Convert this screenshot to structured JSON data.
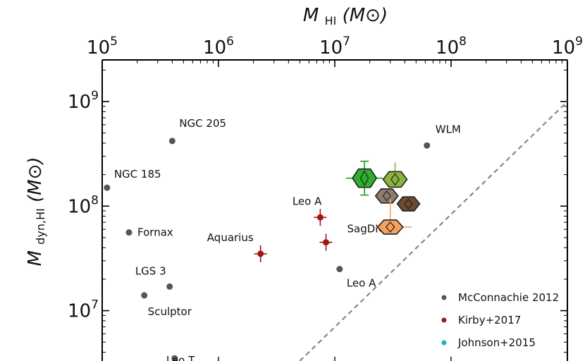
{
  "chart_data": {
    "type": "scatter",
    "top_axis": {
      "label_main": "M",
      "label_sub": "HI",
      "label_unit": "(M⊙)",
      "scale": "log",
      "range": [
        100000,
        1000000000
      ],
      "ticks": [
        100000,
        1000000,
        10000000,
        100000000,
        1000000000
      ],
      "tick_labels": [
        "10^5",
        "10^6",
        "10^7",
        "10^8",
        "10^9"
      ]
    },
    "y_axis": {
      "label_main": "M",
      "label_sub": "dyn,HI",
      "label_unit": "(M⊙)",
      "scale": "log",
      "range": [
        3300000,
        2500000000
      ],
      "ticks": [
        10000000,
        100000000,
        1000000000
      ],
      "tick_labels": [
        "10^7",
        "10^8",
        "10^9"
      ]
    },
    "series": [
      {
        "name": "McConnachie 2012",
        "color": "#555555",
        "points": [
          {
            "x": 110000,
            "y": 150000000,
            "label": "NGC 185"
          },
          {
            "x": 400000,
            "y": 420000000,
            "label": "NGC 205"
          },
          {
            "x": 170000,
            "y": 56000000,
            "label": "Fornax"
          },
          {
            "x": 230000,
            "y": 14000000,
            "label": ""
          },
          {
            "x": 380000,
            "y": 17000000,
            "label": "LGS 3"
          },
          {
            "x": 11000000,
            "y": 25000000,
            "label": "Leo A"
          },
          {
            "x": 62000000,
            "y": 380000000,
            "label": "WLM"
          },
          {
            "x": 420000,
            "y": 3500000,
            "label": "Leo T"
          }
        ]
      },
      {
        "name": "Kirby+2017",
        "color": "#a31515",
        "points": [
          {
            "x": 2300000,
            "y": 35000000,
            "label": "Aquarius"
          },
          {
            "x": 7500000,
            "y": 78000000,
            "label": "Leo A"
          },
          {
            "x": 8400000,
            "y": 45000000,
            "label": "SagDIG"
          }
        ]
      },
      {
        "name": "Johnson+2015",
        "color": "#1db5b0",
        "points": []
      }
    ],
    "extra_labels": [
      {
        "text": "Sculptor",
        "near": "McConnachie 2012 point at 2.3e5"
      }
    ],
    "highlight_markers": [
      {
        "name": "green-large",
        "x": 18000000,
        "y": 185000000,
        "color": "#2eaf2e"
      },
      {
        "name": "light-green",
        "x": 33000000,
        "y": 180000000,
        "color": "#8db33a"
      },
      {
        "name": "taupe-1",
        "x": 28000000,
        "y": 125000000,
        "color": "#8e7b6a"
      },
      {
        "name": "brown-dark",
        "x": 43000000,
        "y": 105000000,
        "color": "#6c4b2f"
      },
      {
        "name": "orange",
        "x": 30000000,
        "y": 63000000,
        "color": "#f5a35c"
      }
    ],
    "reference_line": {
      "style": "dashed",
      "from": [
        5000000,
        3300000
      ],
      "to": [
        1000000000,
        1000000000
      ]
    },
    "legend": {
      "position": "bottom-right",
      "entries": [
        "McConnachie 2012",
        "Kirby+2017",
        "Johnson+2015"
      ]
    }
  }
}
